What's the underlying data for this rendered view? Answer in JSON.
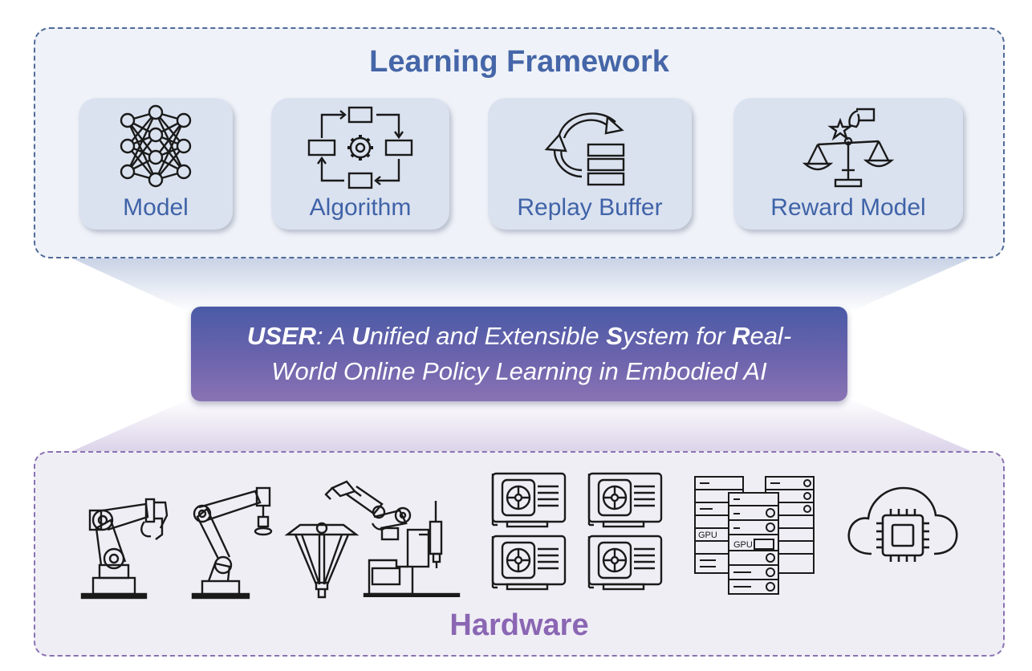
{
  "learning_framework": {
    "title": "Learning Framework",
    "items": [
      {
        "label": "Model",
        "icon": "neural-network-icon"
      },
      {
        "label": "Algorithm",
        "icon": "algorithm-cycle-icon"
      },
      {
        "label": "Replay Buffer",
        "icon": "replay-buffer-icon"
      },
      {
        "label": "Reward Model",
        "icon": "reward-scale-icon"
      }
    ]
  },
  "banner": {
    "part1": "USER",
    "part2": ": A ",
    "part3": "U",
    "part4": "nified and Extensible ",
    "part5": "S",
    "part6": "ystem for ",
    "part7": "R",
    "part8": "eal-World Online Policy Learning in Embodied AI"
  },
  "hardware": {
    "title": "Hardware",
    "gpu_label": "GPU",
    "icons": [
      "robot-arm-icon",
      "cobot-arm-icon",
      "delta-robot-icon",
      "scara-robot-icon",
      "gpu-cards-icon",
      "server-rack-icon",
      "cloud-chip-icon"
    ]
  },
  "colors": {
    "top_accent": "#4566a8",
    "bottom_accent": "#8a66b3",
    "banner_top": "#4a5aa6",
    "banner_bottom": "#8a73b4"
  }
}
